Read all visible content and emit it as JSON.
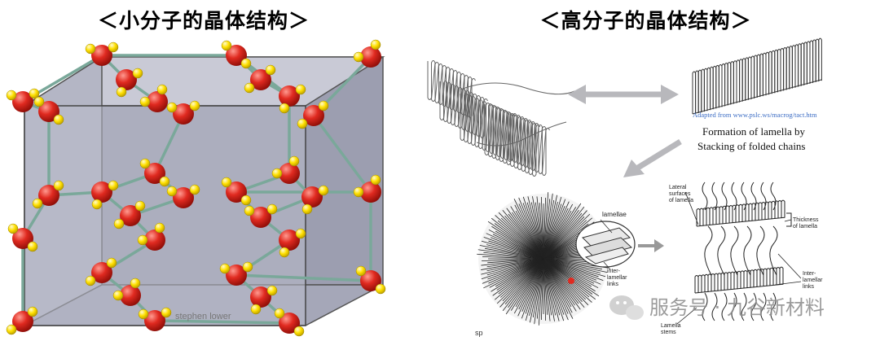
{
  "left": {
    "title": "＜小分子的晶体结构＞",
    "credit": "stephen lower"
  },
  "right": {
    "title": "＜高分子的晶体结构＞",
    "source": "Adapted from www.pslc.ws/macrog/tact.htm",
    "caption_line1": "Formation of lamella by",
    "caption_line2": "Stacking of folded chains",
    "labels": {
      "lamellae": "lamellae",
      "inter_lamellar_links": [
        "inter-",
        "lamellar",
        "links"
      ],
      "lateral_surfaces": [
        "Lateral",
        "surfaces",
        "of lamella"
      ],
      "thickness": [
        "Thickness",
        "of lamella"
      ],
      "inter_lamellar_links_2": [
        "Inter-",
        "lamellar",
        "links"
      ],
      "lamellar_stems": [
        "Lamella",
        "stems"
      ],
      "sp": "sp"
    }
  },
  "watermark": "服务号 · 九谷新材料",
  "colors": {
    "oxygen": "#e02a20",
    "hydrogen": "#ffe000",
    "bond": "#7aa89a",
    "cube_face": "#a9abbc"
  }
}
